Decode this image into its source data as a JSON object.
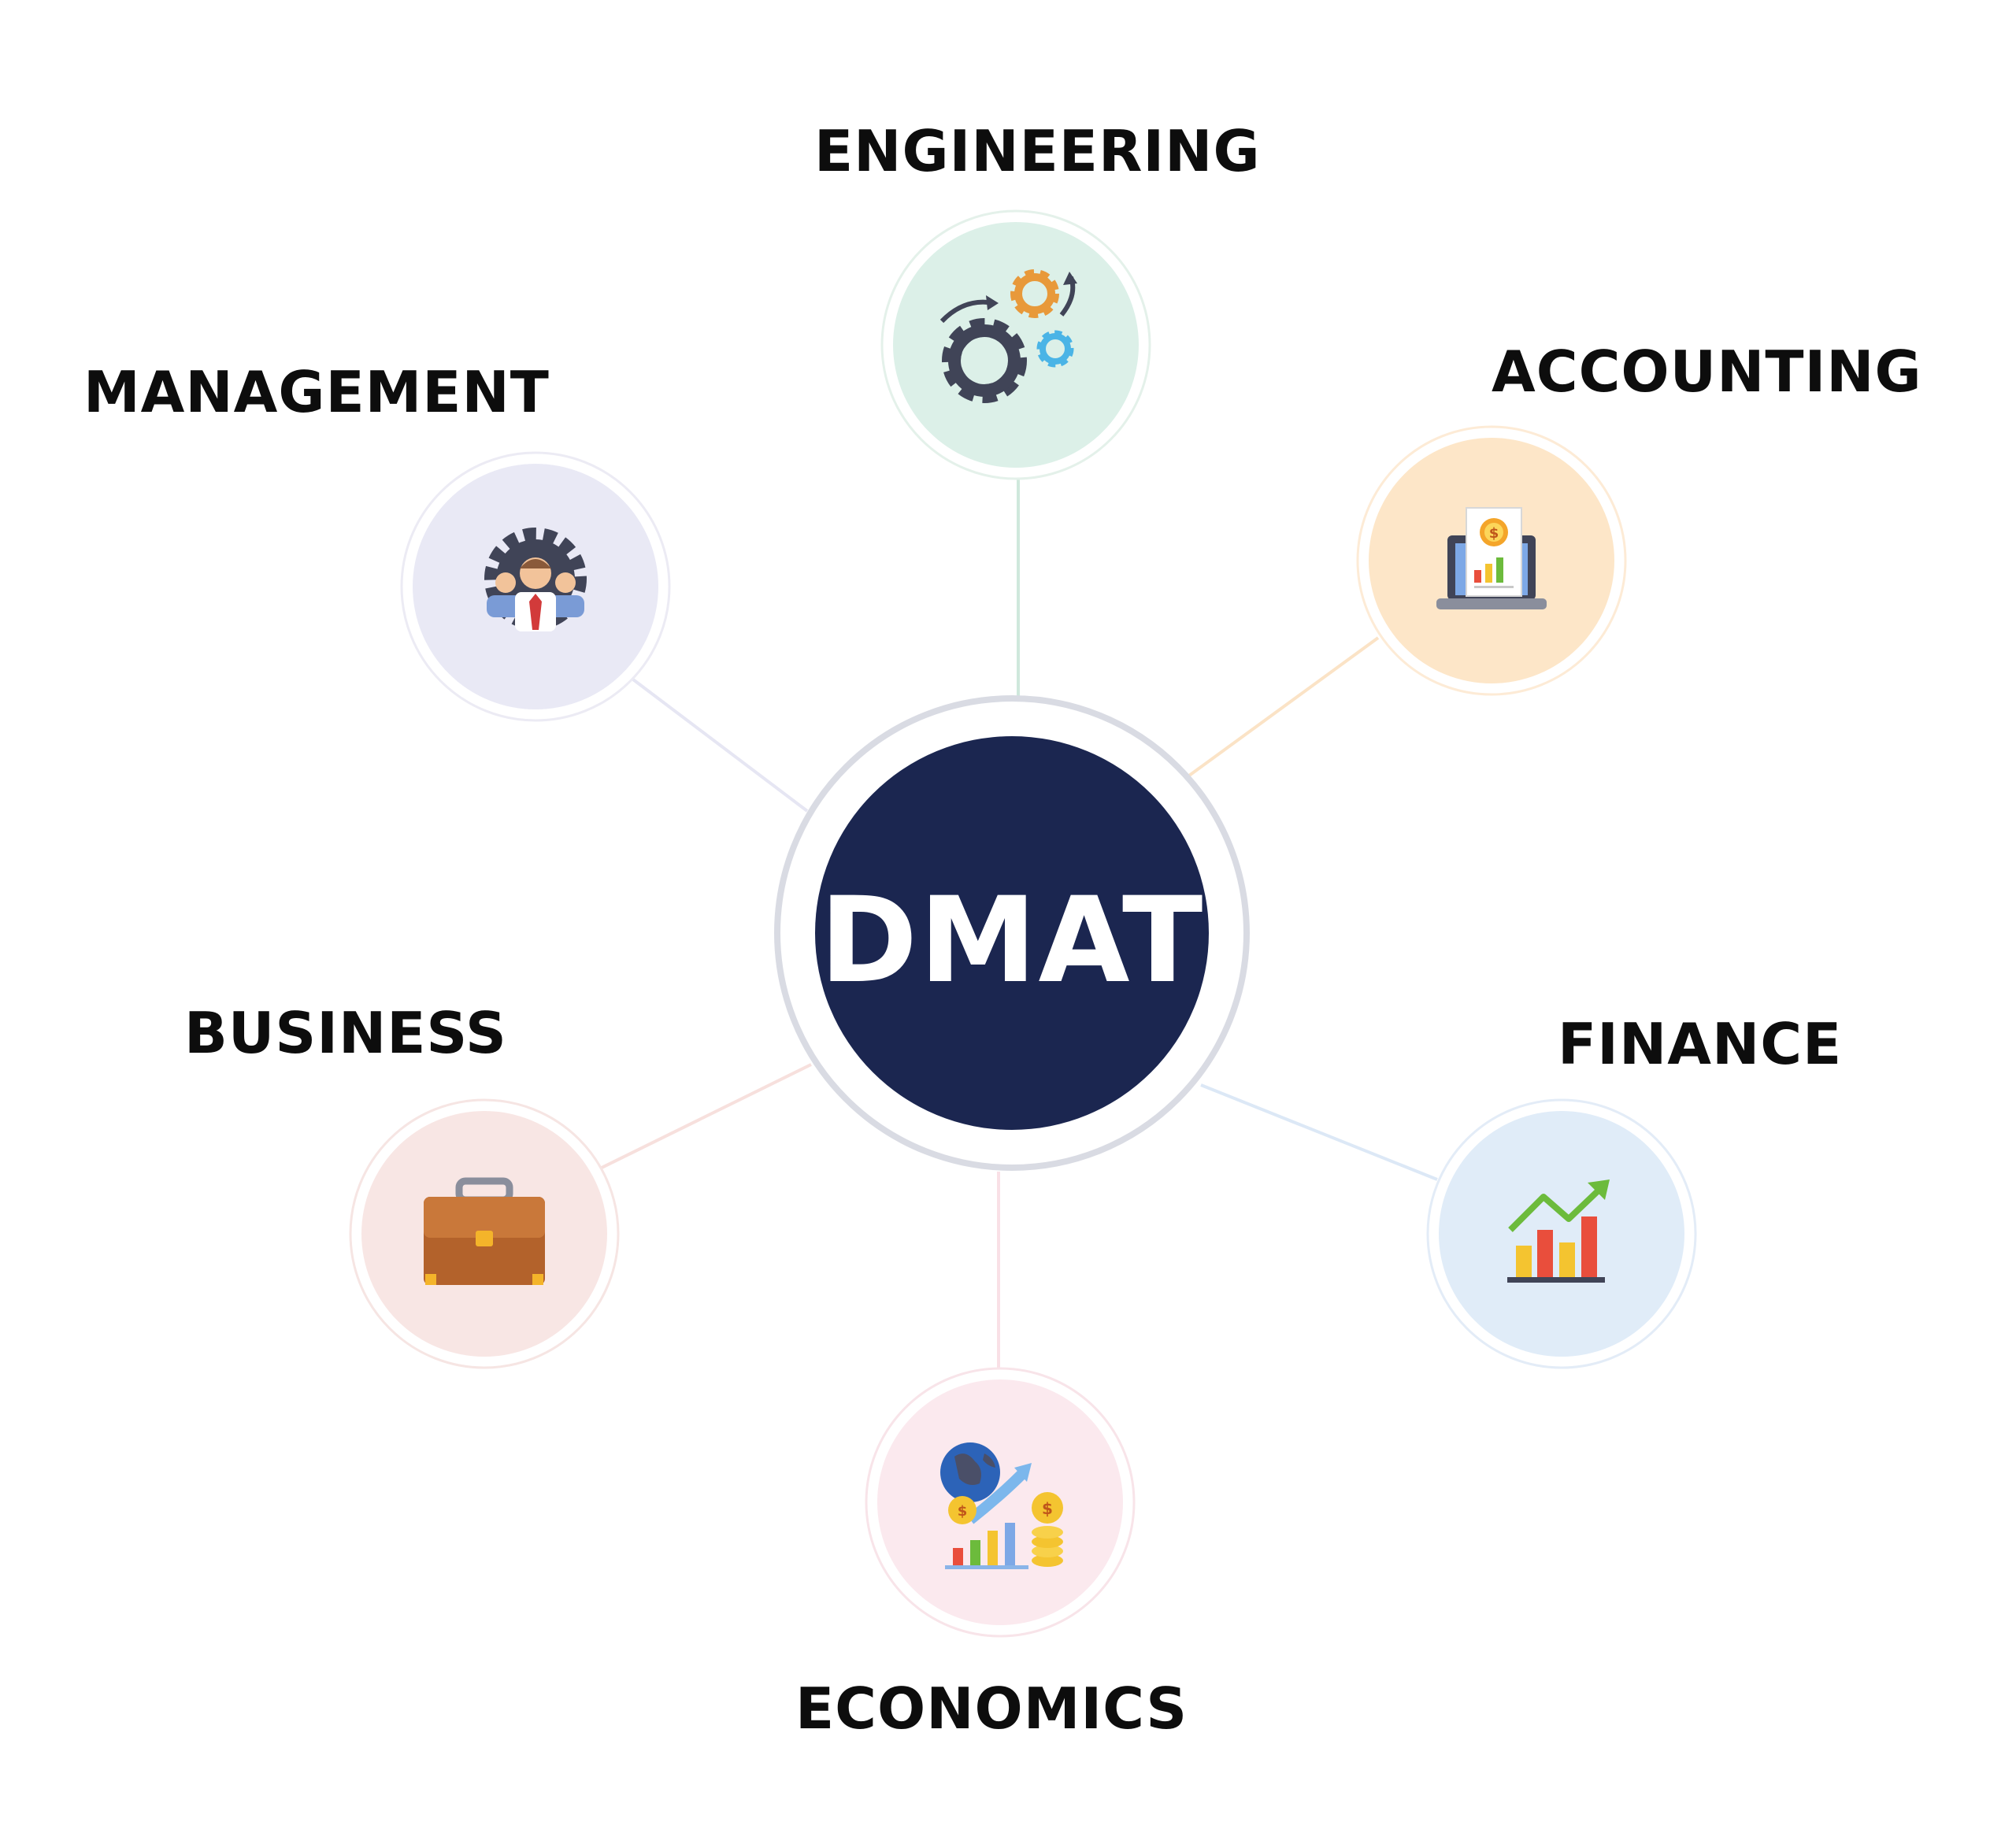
{
  "center": {
    "label": "DMAT",
    "color": "#1b2650"
  },
  "nodes": {
    "engineering": {
      "label": "ENGINEERING",
      "icon": "gears-icon",
      "fill": "#dcf0e8",
      "line": "#c9e6d9"
    },
    "management": {
      "label": "MANAGEMENT",
      "icon": "team-gear-icon",
      "fill": "#e9e9f5",
      "line": "#e3e3f1"
    },
    "accounting": {
      "label": "ACCOUNTING",
      "icon": "laptop-invoice-icon",
      "fill": "#fde6c8",
      "line": "#fbe0bf"
    },
    "business": {
      "label": "BUSINESS",
      "icon": "briefcase-icon",
      "fill": "#f8e6e4",
      "line": "#f6dedb"
    },
    "finance": {
      "label": "FINANCE",
      "icon": "growth-chart-icon",
      "fill": "#e0ecf8",
      "line": "#d8e6f6"
    },
    "economics": {
      "label": "ECONOMICS",
      "icon": "globe-coins-chart-icon",
      "fill": "#fbe9ee",
      "line": "#f7dbe2"
    }
  }
}
